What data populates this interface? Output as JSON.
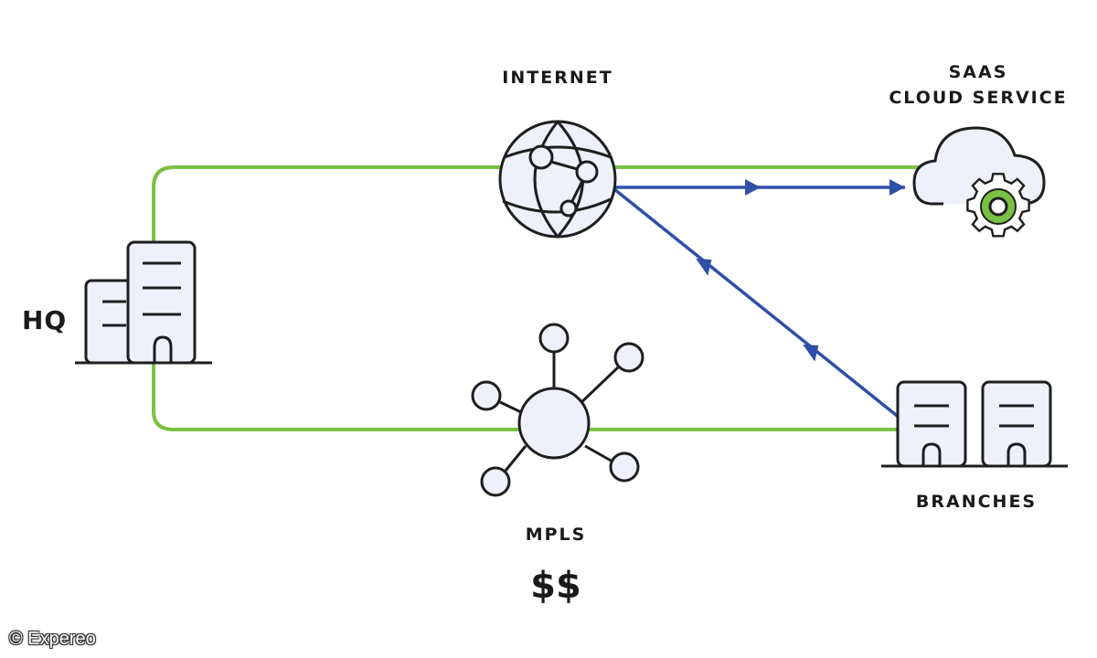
{
  "labels": {
    "internet": "INTERNET",
    "saas_line1": "SAAS",
    "saas_line2": "CLOUD SERVICE",
    "hq": "HQ",
    "mpls": "MPLS",
    "branches": "BRANCHES",
    "cost": "$$"
  },
  "copyright": "© Expereo",
  "colors": {
    "green_link": "#7ac143",
    "blue_flow": "#2f4fa8",
    "outline": "#1e1e1e",
    "fill": "#eef0fa",
    "gear": "#7ac143"
  },
  "icons": {
    "hq": "hq-building-icon",
    "internet": "globe-network-icon",
    "saas": "cloud-gear-icon",
    "mpls": "mpls-hub-icon",
    "branches": "branch-buildings-icon"
  }
}
